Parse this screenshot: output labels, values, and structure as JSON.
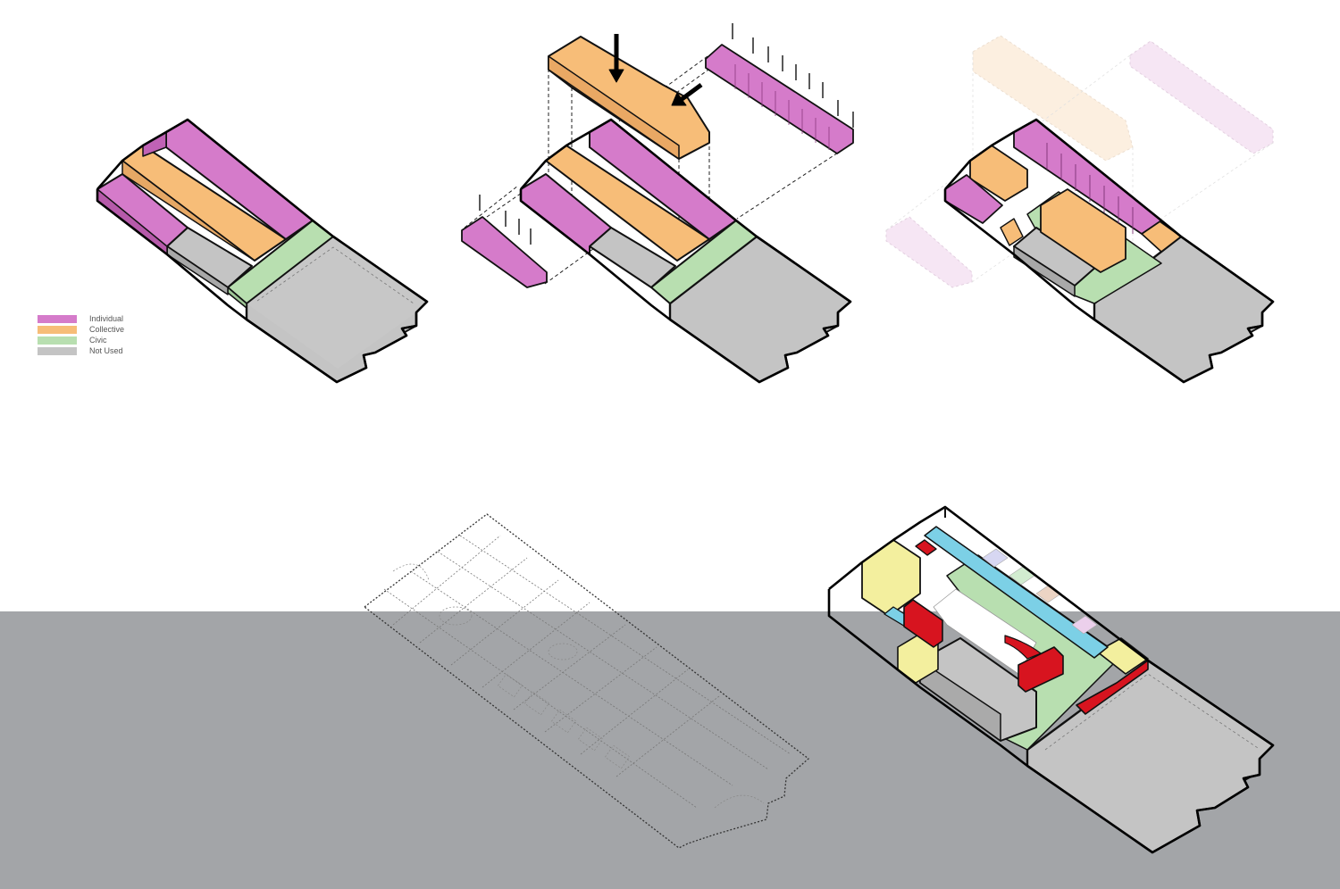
{
  "legend": {
    "items": [
      {
        "label": "Individual",
        "color": "#d57bca"
      },
      {
        "label": "Collective",
        "color": "#f7bd78"
      },
      {
        "label": "Civic",
        "color": "#b8dfb0"
      },
      {
        "label": "Not Used",
        "color": "#c4c4c4"
      }
    ]
  },
  "colors": {
    "individual": "#d57bca",
    "collective": "#f7bd78",
    "civic": "#b8dfb0",
    "not_used": "#c4c4c4",
    "background_band": "#a3a5a8",
    "red_element": "#d7141f",
    "blue_element": "#7cd0e6",
    "yellow_element": "#f3ef9e"
  },
  "diagrams": [
    {
      "id": "zoning-massing",
      "description_icon": "isometric-massing"
    },
    {
      "id": "extraction",
      "description_icon": "isometric-exploded"
    },
    {
      "id": "reassembly",
      "description_icon": "isometric-ghosted"
    },
    {
      "id": "existing-plan",
      "description_icon": "isometric-linework"
    },
    {
      "id": "proposed-insertions",
      "description_icon": "isometric-proposal"
    }
  ]
}
